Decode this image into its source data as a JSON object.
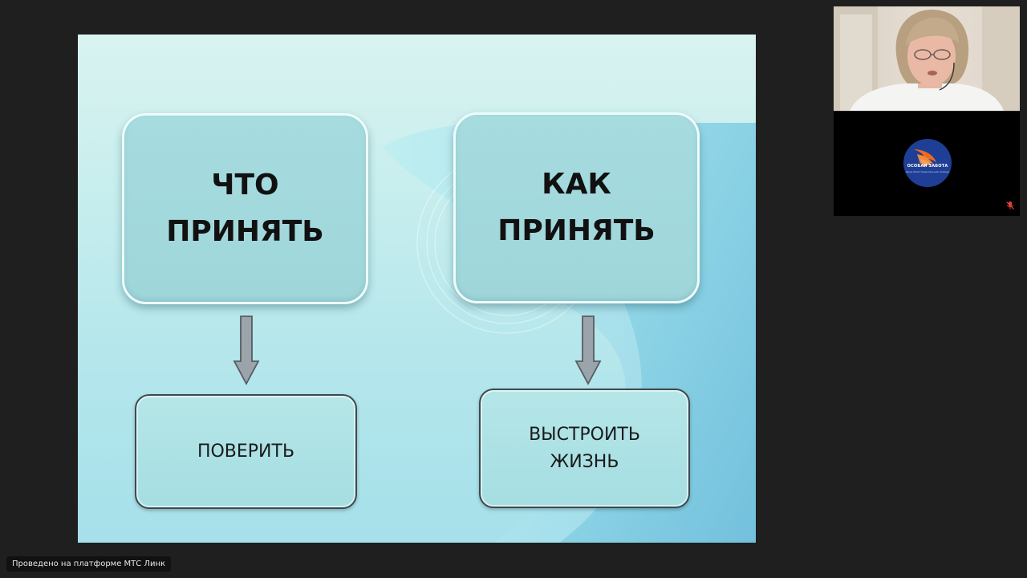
{
  "slide": {
    "box_what_title": "ЧТО\nПРИНЯТЬ",
    "box_how_title": "КАК\nПРИНЯТЬ",
    "box_believe": "ПОВЕРИТЬ",
    "box_build_life": "ВЫСТРОИТЬ\nЖИЗНЬ"
  },
  "participants": {
    "camera_tile": {
      "icon": "person-video"
    },
    "logo_tile": {
      "logo_text": "ОСОБАЯ ЗАБОТА",
      "logo_subtext": "фонд благотворительной помощи",
      "mic_icon": "mic-off-icon"
    }
  },
  "footer": {
    "platform_label": "Проведено на платформе МТС Линк"
  },
  "colors": {
    "background": "#1e1f1e",
    "slide_box": "#a6dcdf",
    "arrow_fill": "#9aa4aa",
    "logo_blue": "#1f3e95",
    "logo_orange": "#ee6a1e",
    "mic_muted": "#e0453a"
  }
}
